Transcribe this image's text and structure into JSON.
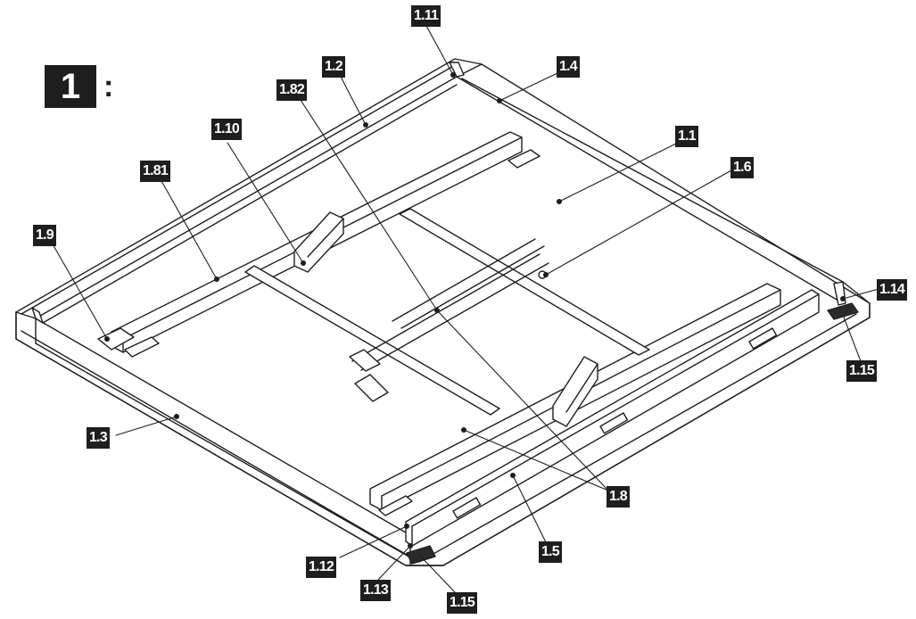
{
  "step": {
    "number": "1",
    "separator": ":"
  },
  "labels": {
    "l_1_11": "1.11",
    "l_1_2": "1.2",
    "l_1_4": "1.4",
    "l_1_82": "1.82",
    "l_1_10": "1.10",
    "l_1_1": "1.1",
    "l_1_6": "1.6",
    "l_1_81": "1.81",
    "l_1_9": "1.9",
    "l_1_14": "1.14",
    "l_1_15_right": "1.15",
    "l_1_3": "1.3",
    "l_1_8": "1.8",
    "l_1_5": "1.5",
    "l_1_12": "1.12",
    "l_1_13": "1.13",
    "l_1_15_bottom": "1.15"
  },
  "colors": {
    "label_bg": "#1e1e1e",
    "label_text": "#ffffff",
    "line": "#1e1e1e",
    "pad": "#2a2a2a"
  }
}
